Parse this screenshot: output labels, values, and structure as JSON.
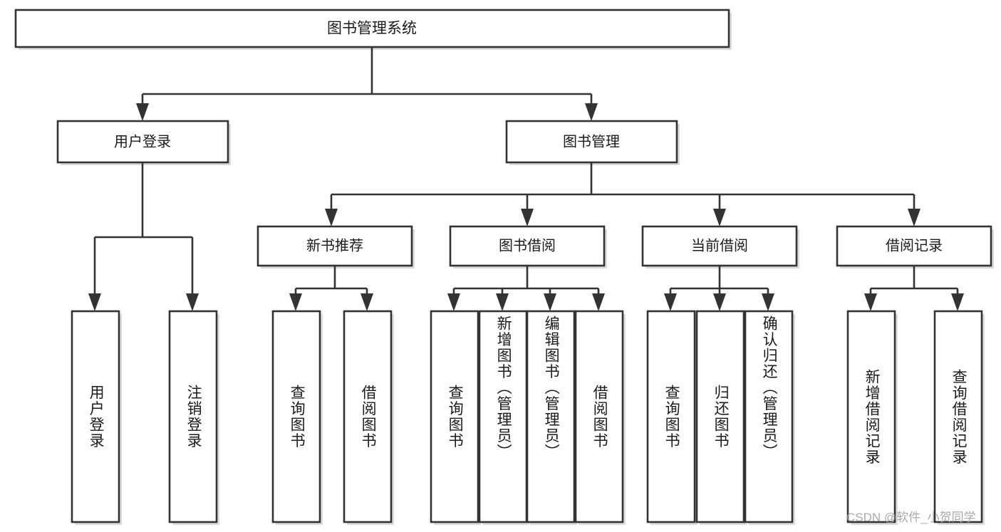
{
  "diagram": {
    "type": "tree-hierarchy",
    "title": "图书管理系统",
    "orientation": "top-down",
    "colors": {
      "box_stroke": "#333333",
      "box_fill": "#ffffff",
      "connector": "#333333",
      "text": "#1a1a1a",
      "watermark": "#9b9b9b",
      "background": "#ffffff"
    },
    "root": {
      "label": "图书管理系统"
    },
    "level1": [
      {
        "label": "用户登录"
      },
      {
        "label": "图书管理"
      }
    ],
    "level2": [
      {
        "label": "新书推荐",
        "parent": "图书管理"
      },
      {
        "label": "图书借阅",
        "parent": "图书管理"
      },
      {
        "label": "当前借阅",
        "parent": "图书管理"
      },
      {
        "label": "借阅记录",
        "parent": "图书管理"
      }
    ],
    "leaves": {
      "用户登录": [
        {
          "label": "用户登录"
        },
        {
          "label": "注销登录"
        }
      ],
      "新书推荐": [
        {
          "label": "查询图书"
        },
        {
          "label": "借阅图书"
        }
      ],
      "图书借阅": [
        {
          "label": "查询图书"
        },
        {
          "label": "新增图书（管理员）"
        },
        {
          "label": "编辑图书（管理员）"
        },
        {
          "label": "借阅图书"
        }
      ],
      "当前借阅": [
        {
          "label": "查询图书"
        },
        {
          "label": "归还图书"
        },
        {
          "label": "确认归还（管理员）"
        }
      ],
      "借阅记录": [
        {
          "label": "新增借阅记录"
        },
        {
          "label": "查询借阅记录"
        }
      ]
    }
  },
  "watermark": {
    "text": "CSDN @软件_小贺同学"
  }
}
